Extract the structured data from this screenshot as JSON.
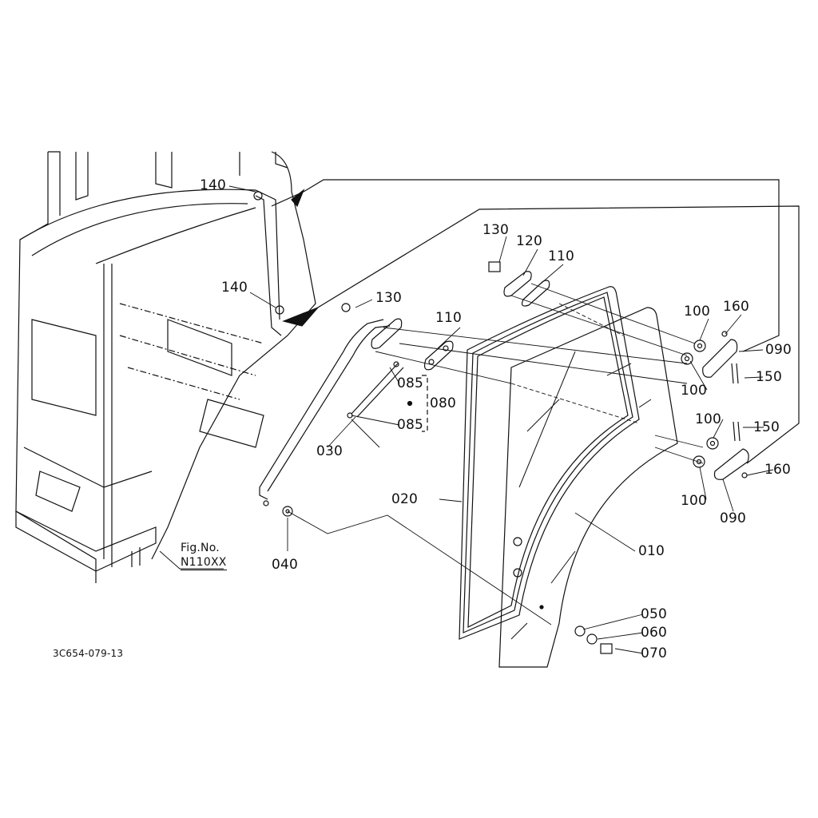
{
  "figure": {
    "fig_label": "Fig.No.",
    "fig_number": "N110XX",
    "drawing_code": "3C654-079-13"
  },
  "callouts": {
    "c140a": "140",
    "c140b": "140",
    "c130a": "130",
    "c120": "120",
    "c110a": "110",
    "c130b": "130",
    "c110b": "110",
    "c100a": "100",
    "c160a": "160",
    "c090a": "090",
    "c150a": "150",
    "c100b": "100",
    "c085a": "085",
    "c080": "080",
    "c085b": "085",
    "c030": "030",
    "c100c": "100",
    "c150b": "150",
    "c160b": "160",
    "c020": "020",
    "c100d": "100",
    "c090b": "090",
    "c010": "010",
    "c040": "040",
    "c050": "050",
    "c060": "060",
    "c070": "070"
  },
  "colors": {
    "line": "#111111",
    "background": "#ffffff"
  }
}
